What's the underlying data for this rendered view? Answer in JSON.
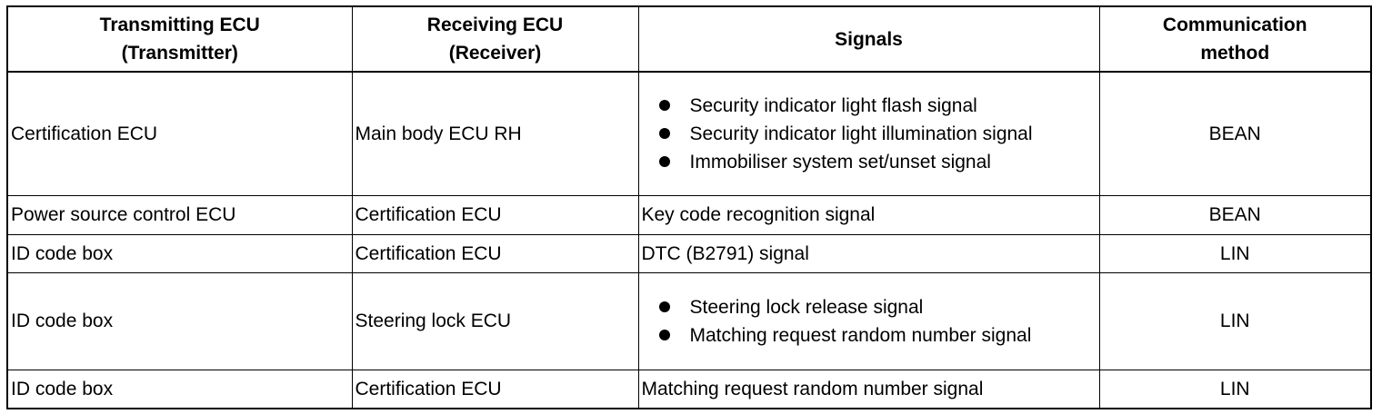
{
  "headers": {
    "transmitting": [
      "Transmitting ECU",
      "(Transmitter)"
    ],
    "receiving": [
      "Receiving ECU",
      "(Receiver)"
    ],
    "signals": "Signals",
    "method": [
      "Communication",
      "method"
    ]
  },
  "rows": [
    {
      "transmitter": "Certification ECU",
      "receiver": "Main body ECU RH",
      "signals": [
        "Security indicator light flash signal",
        "Security indicator light illumination signal",
        "Immobiliser system set/unset signal"
      ],
      "method": "BEAN"
    },
    {
      "transmitter": "Power source control ECU",
      "receiver": "Certification ECU",
      "signal_text": "Key code recognition signal",
      "method": "BEAN"
    },
    {
      "transmitter": "ID code box",
      "receiver": "Certification ECU",
      "signal_text": "DTC (B2791) signal",
      "method": "LIN"
    },
    {
      "transmitter": "ID code box",
      "receiver": "Steering lock ECU",
      "signals": [
        "Steering lock release signal",
        "Matching request random number signal"
      ],
      "method": "LIN"
    },
    {
      "transmitter": "ID code box",
      "receiver": "Certification ECU",
      "signal_text": "Matching request random number signal",
      "method": "LIN"
    }
  ]
}
